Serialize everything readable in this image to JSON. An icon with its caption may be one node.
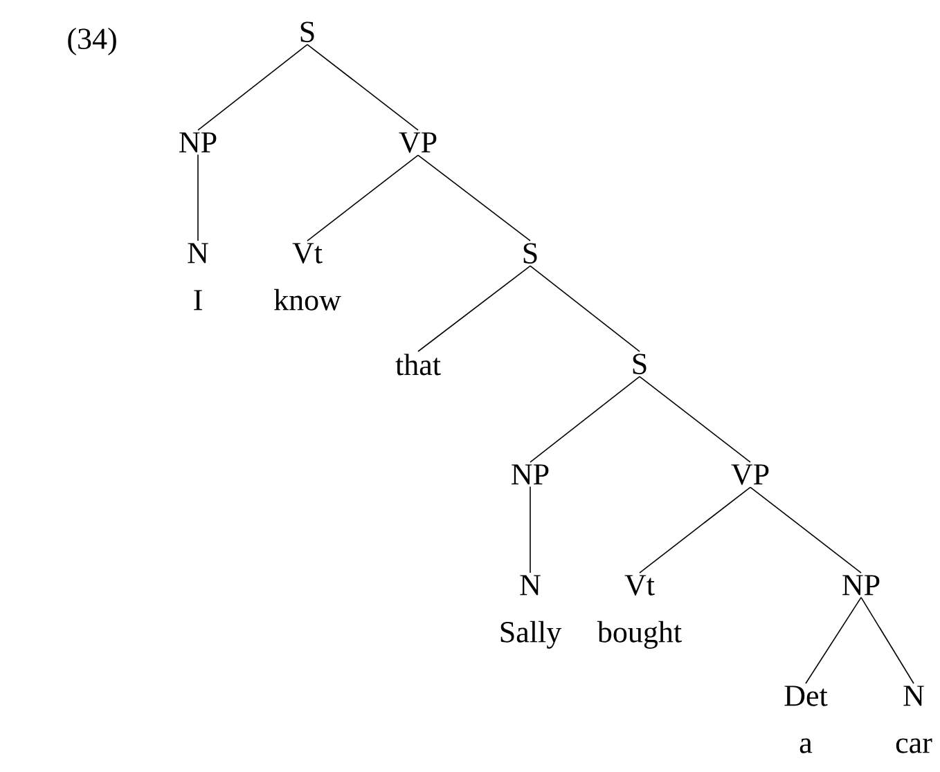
{
  "diagram": {
    "nodes": [
      {
        "text": [
          "S"
        ]
      },
      {
        "text": [
          "NP"
        ]
      },
      {
        "text": [
          "VP"
        ]
      },
      {
        "text": [
          "N",
          "I"
        ]
      },
      {
        "text": [
          "Vt",
          "know"
        ]
      },
      {
        "text": [
          "S"
        ]
      },
      {
        "text": [
          "that"
        ]
      },
      {
        "text": [
          "S"
        ]
      },
      {
        "text": [
          "NP"
        ]
      },
      {
        "text": [
          "VP"
        ]
      },
      {
        "text": [
          "N",
          "Sally"
        ]
      },
      {
        "text": [
          "Vt",
          "bought"
        ]
      },
      {
        "text": [
          "NP"
        ]
      },
      {
        "text": [
          "Det",
          "a"
        ]
      },
      {
        "text": [
          "N",
          "car"
        ]
      }
    ],
    "edges": [
      {
        "from": 0,
        "to": 1,
        "arrow": "none"
      },
      {
        "from": 0,
        "to": 2,
        "arrow": "none"
      },
      {
        "from": 1,
        "to": 3,
        "arrow": "none"
      },
      {
        "from": 2,
        "to": 4,
        "arrow": "none"
      },
      {
        "from": 2,
        "to": 5,
        "arrow": "none"
      },
      {
        "from": 5,
        "to": 6,
        "arrow": "none"
      },
      {
        "from": 5,
        "to": 7,
        "arrow": "none"
      },
      {
        "from": 7,
        "to": 8,
        "arrow": "none"
      },
      {
        "from": 7,
        "to": 9,
        "arrow": "none"
      },
      {
        "from": 8,
        "to": 10,
        "arrow": "none"
      },
      {
        "from": 9,
        "to": 11,
        "arrow": "none"
      },
      {
        "from": 9,
        "to": 12,
        "arrow": "none"
      },
      {
        "from": 12,
        "to": 13,
        "arrow": "none"
      },
      {
        "from": 12,
        "to": 14,
        "arrow": "none"
      }
    ],
    "labels": [
      "(34)"
    ]
  }
}
